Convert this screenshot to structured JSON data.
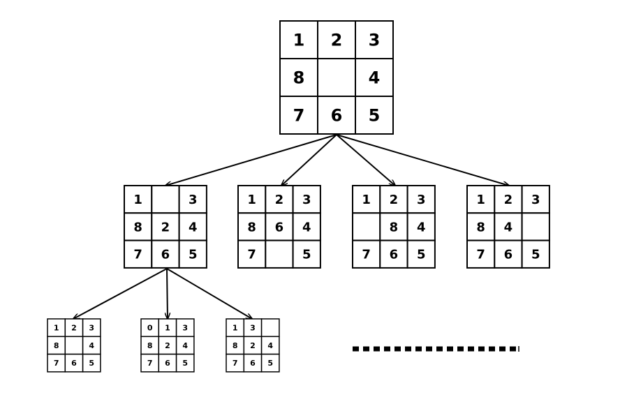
{
  "boards": {
    "root": [
      "1",
      "2",
      "3",
      "8",
      "",
      "4",
      "7",
      "6",
      "5"
    ],
    "level1": [
      [
        "1",
        "",
        "3",
        "8",
        "2",
        "4",
        "7",
        "6",
        "5"
      ],
      [
        "1",
        "2",
        "3",
        "8",
        "6",
        "4",
        "7",
        "",
        "5"
      ],
      [
        "1",
        "2",
        "3",
        "",
        "8",
        "4",
        "7",
        "6",
        "5"
      ],
      [
        "1",
        "2",
        "3",
        "8",
        "4",
        "",
        "7",
        "6",
        "5"
      ]
    ],
    "level2": [
      [
        "1",
        "2",
        "3",
        "8",
        "",
        "4",
        "7",
        "6",
        "5"
      ],
      [
        "0",
        "1",
        "3",
        "8",
        "2",
        "4",
        "7",
        "6",
        "5"
      ],
      [
        "1",
        "3",
        "",
        "8",
        "2",
        "4",
        "7",
        "6",
        "5"
      ]
    ]
  },
  "colors": {
    "line": "#000000",
    "background": "#ffffff"
  }
}
